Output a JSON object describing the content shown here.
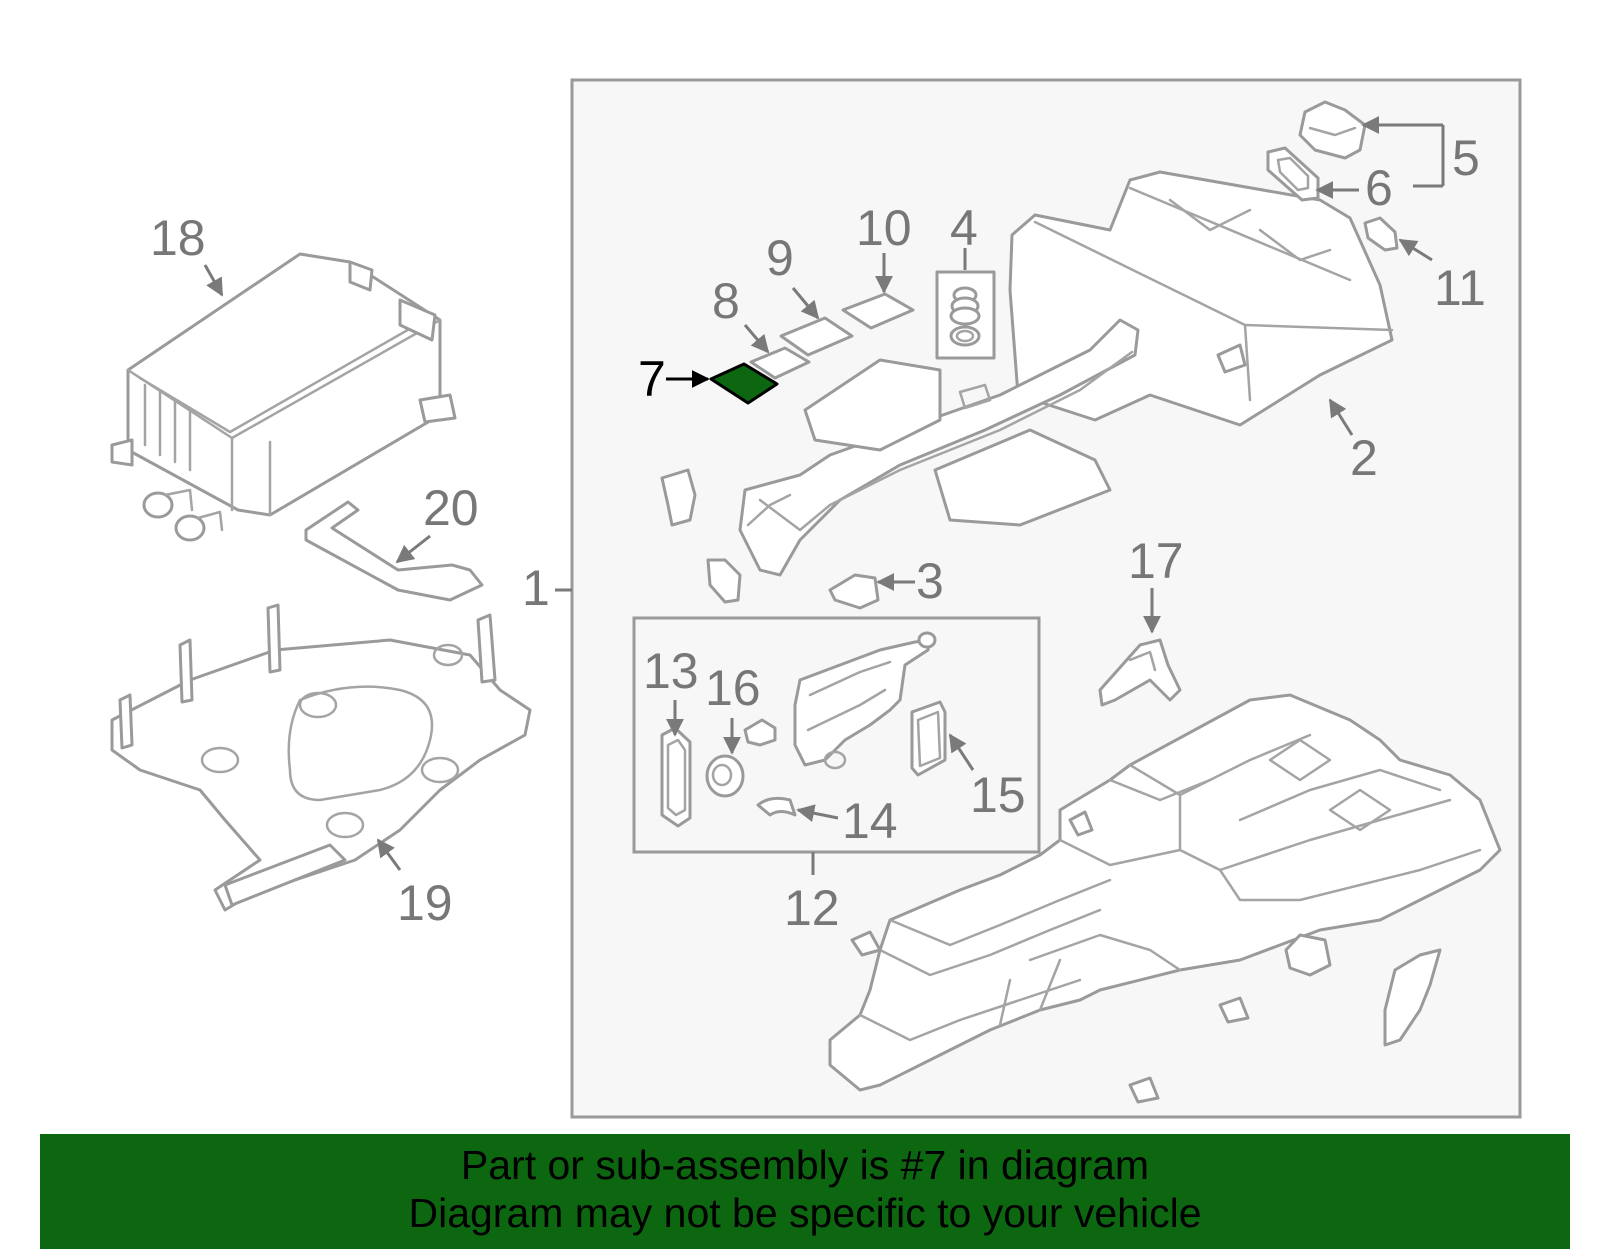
{
  "highlight": {
    "part": "7",
    "color": "#0d6610"
  },
  "callouts": {
    "c1": "1",
    "c2": "2",
    "c3": "3",
    "c4": "4",
    "c5": "5",
    "c6": "6",
    "c7": "7",
    "c8": "8",
    "c9": "9",
    "c10": "10",
    "c11": "11",
    "c12": "12",
    "c13": "13",
    "c14": "14",
    "c15": "15",
    "c16": "16",
    "c17": "17",
    "c18": "18",
    "c19": "19",
    "c20": "20"
  },
  "footer": {
    "line1": "Part or sub-assembly is #7 in diagram",
    "line2": "Diagram may not be specific to your vehicle"
  }
}
